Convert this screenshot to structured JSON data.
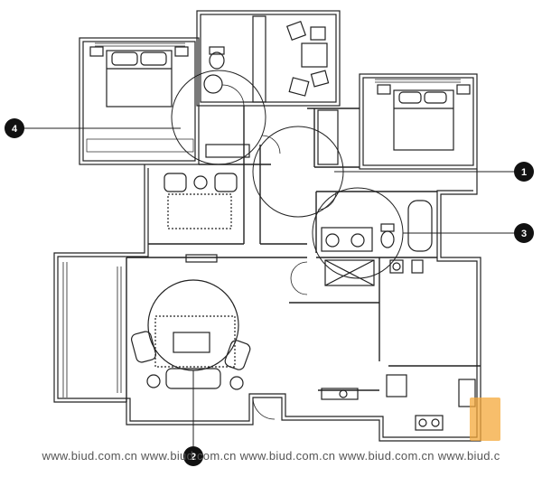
{
  "callouts": [
    {
      "label": "1"
    },
    {
      "label": "3"
    },
    {
      "label": "4"
    },
    {
      "label": "2"
    }
  ],
  "watermark": "www.biud.com.cn  www.biud.com.cn  www.biud.com.cn  www.biud.com.cn  www.biud.c"
}
